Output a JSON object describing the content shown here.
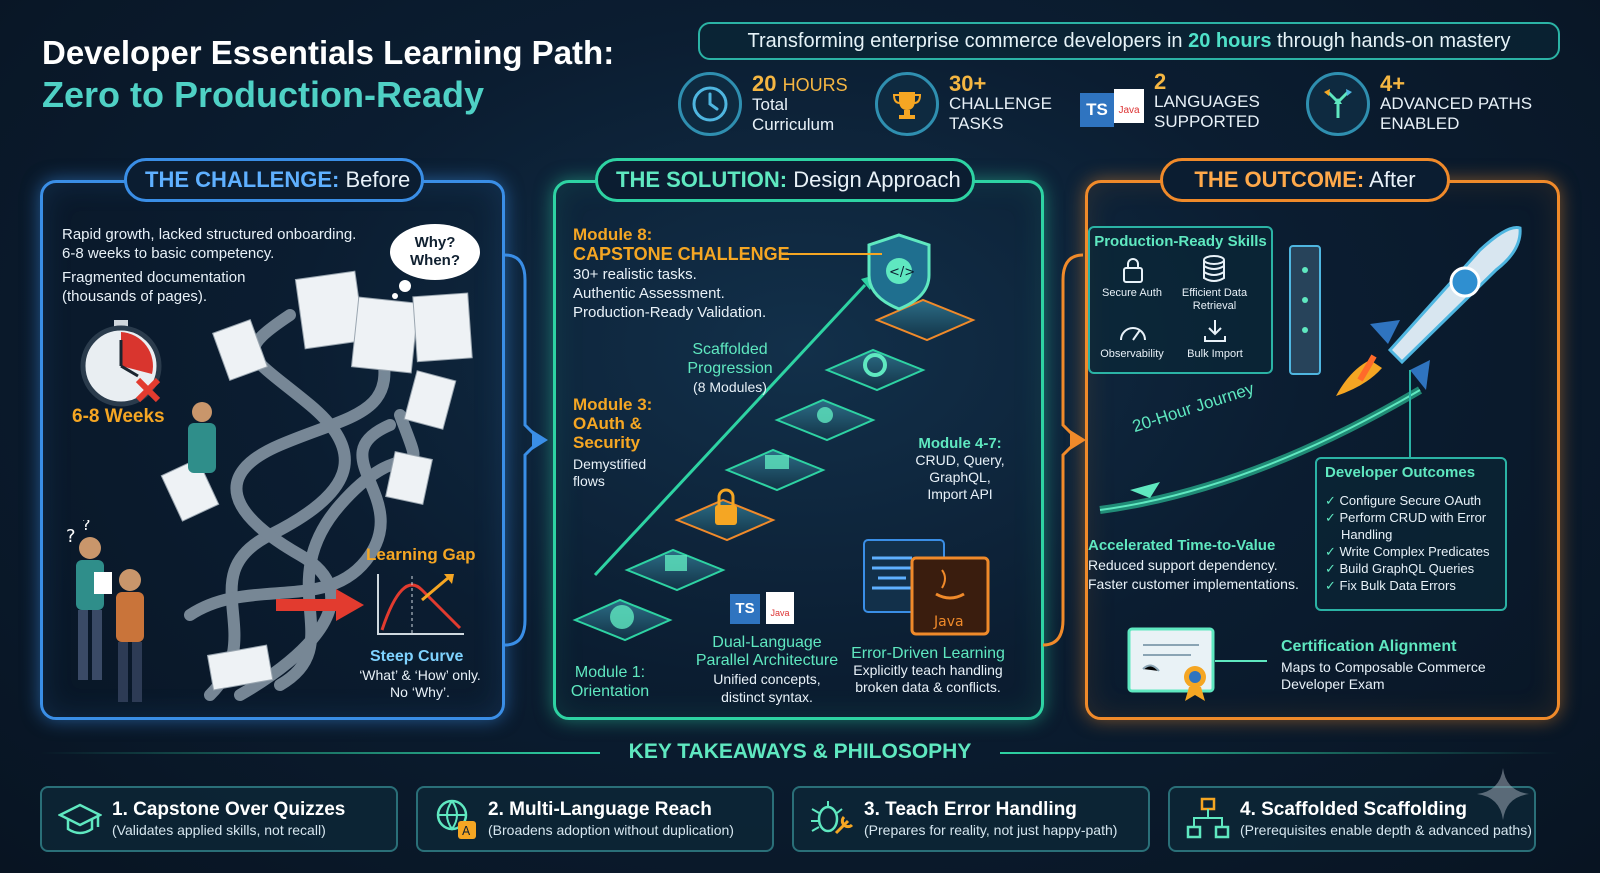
{
  "header": {
    "title_line1": "Developer Essentials Learning Path:",
    "title_line2": "Zero to Production-Ready",
    "tagline_pre": "Transforming enterprise commerce developers in ",
    "tagline_highlight": "20 hours",
    "tagline_post": " through hands-on mastery"
  },
  "stats": [
    {
      "icon": "clock-icon",
      "number": "20",
      "unit": "HOURS",
      "line1": "Total",
      "line2": "Curriculum"
    },
    {
      "icon": "trophy-icon",
      "number": "30+",
      "unit": "",
      "line1": "CHALLENGE",
      "line2": "TASKS"
    },
    {
      "icon": "language-icon",
      "number": "2",
      "unit": "",
      "line1": "LANGUAGES",
      "line2": "SUPPORTED"
    },
    {
      "icon": "branch-icon",
      "number": "4+",
      "unit": "",
      "line1": "ADVANCED PATHS",
      "line2": "ENABLED"
    }
  ],
  "challenge": {
    "header_bold": "THE CHALLENGE:",
    "header_rest": " Before",
    "text1a": "Rapid growth, lacked structured onboarding.",
    "text1b": "6-8 weeks to basic competency.",
    "text2a": "Fragmented documentation",
    "text2b": "(thousands of pages).",
    "bubble1": "Why?",
    "bubble2": "When?",
    "weeks": "6-8 Weeks",
    "gap_label": "Learning Gap",
    "steep": "Steep Curve",
    "steep_sub1": "‘What’ & ‘How’ only.",
    "steep_sub2": "No ‘Why’."
  },
  "solution": {
    "header_bold": "THE SOLUTION:",
    "header_rest": " Design Approach",
    "m8_label": "Module 8:",
    "m8_title": "CAPSTONE CHALLENGE",
    "m8_l1": "30+ realistic tasks.",
    "m8_l2": "Authentic Assessment.",
    "m8_l3": "Production-Ready Validation.",
    "scaff1": "Scaffolded",
    "scaff2": "Progression",
    "scaff3": "(8 Modules)",
    "m3_label": "Module 3:",
    "m3_t1": "OAuth &",
    "m3_t2": "Security",
    "m3_d1": "Demystified",
    "m3_d2": "flows",
    "m47_label": "Module 4-7:",
    "m47_l1": "CRUD, Query,",
    "m47_l2": "GraphQL,",
    "m47_l3": "Import API",
    "m1_label": "Module 1:",
    "m1_title": "Orientation",
    "dual1": "Dual-Language",
    "dual2": "Parallel Architecture",
    "dual3": "Unified concepts,",
    "dual4": "distinct syntax.",
    "err1": "Error-Driven Learning",
    "err2": "Explicitly teach handling",
    "err3": "broken data & conflicts.",
    "ts_badge": "TS",
    "java_badge": "Java"
  },
  "outcome": {
    "header_bold": "THE OUTCOME:",
    "header_rest": " After",
    "skills_title": "Production-Ready Skills",
    "skill_auth": "Secure Auth",
    "skill_data1": "Efficient Data",
    "skill_data2": "Retrieval",
    "skill_obs": "Observability",
    "skill_bulk": "Bulk Import",
    "journey": "20-Hour Journey",
    "dev_title": "Developer Outcomes",
    "dev_items": [
      "Configure Secure OAuth",
      "Perform CRUD with Error",
      "Handling",
      "Write Complex Predicates",
      "Build GraphQL Queries",
      "Fix Bulk Data Errors"
    ],
    "acc_title": "Accelerated Time-to-Value",
    "acc_l1": "Reduced support dependency.",
    "acc_l2": "Faster customer implementations.",
    "cert_title": "Certification Alignment",
    "cert_l1": "Maps to Composable Commerce",
    "cert_l2": "Developer Exam"
  },
  "takeaways": {
    "title": "KEY TAKEAWAYS & PHILOSOPHY",
    "cards": [
      {
        "title": "1. Capstone Over Quizzes",
        "sub": "(Validates applied skills, not recall)"
      },
      {
        "title": "2. Multi-Language Reach",
        "sub": "(Broadens adoption without duplication)"
      },
      {
        "title": "3. Teach Error Handling",
        "sub": "(Prepares for reality, not just happy-path)"
      },
      {
        "title": "4. Scaffolded Scaffolding",
        "sub": "(Prerequisites enable depth & advanced paths)"
      }
    ]
  },
  "colors": {
    "challenge": "#3a8ee6",
    "solution": "#2ed3a3",
    "outcome": "#f08a2a",
    "accent_orange": "#f5a623",
    "accent_teal": "#4fd1c5"
  }
}
